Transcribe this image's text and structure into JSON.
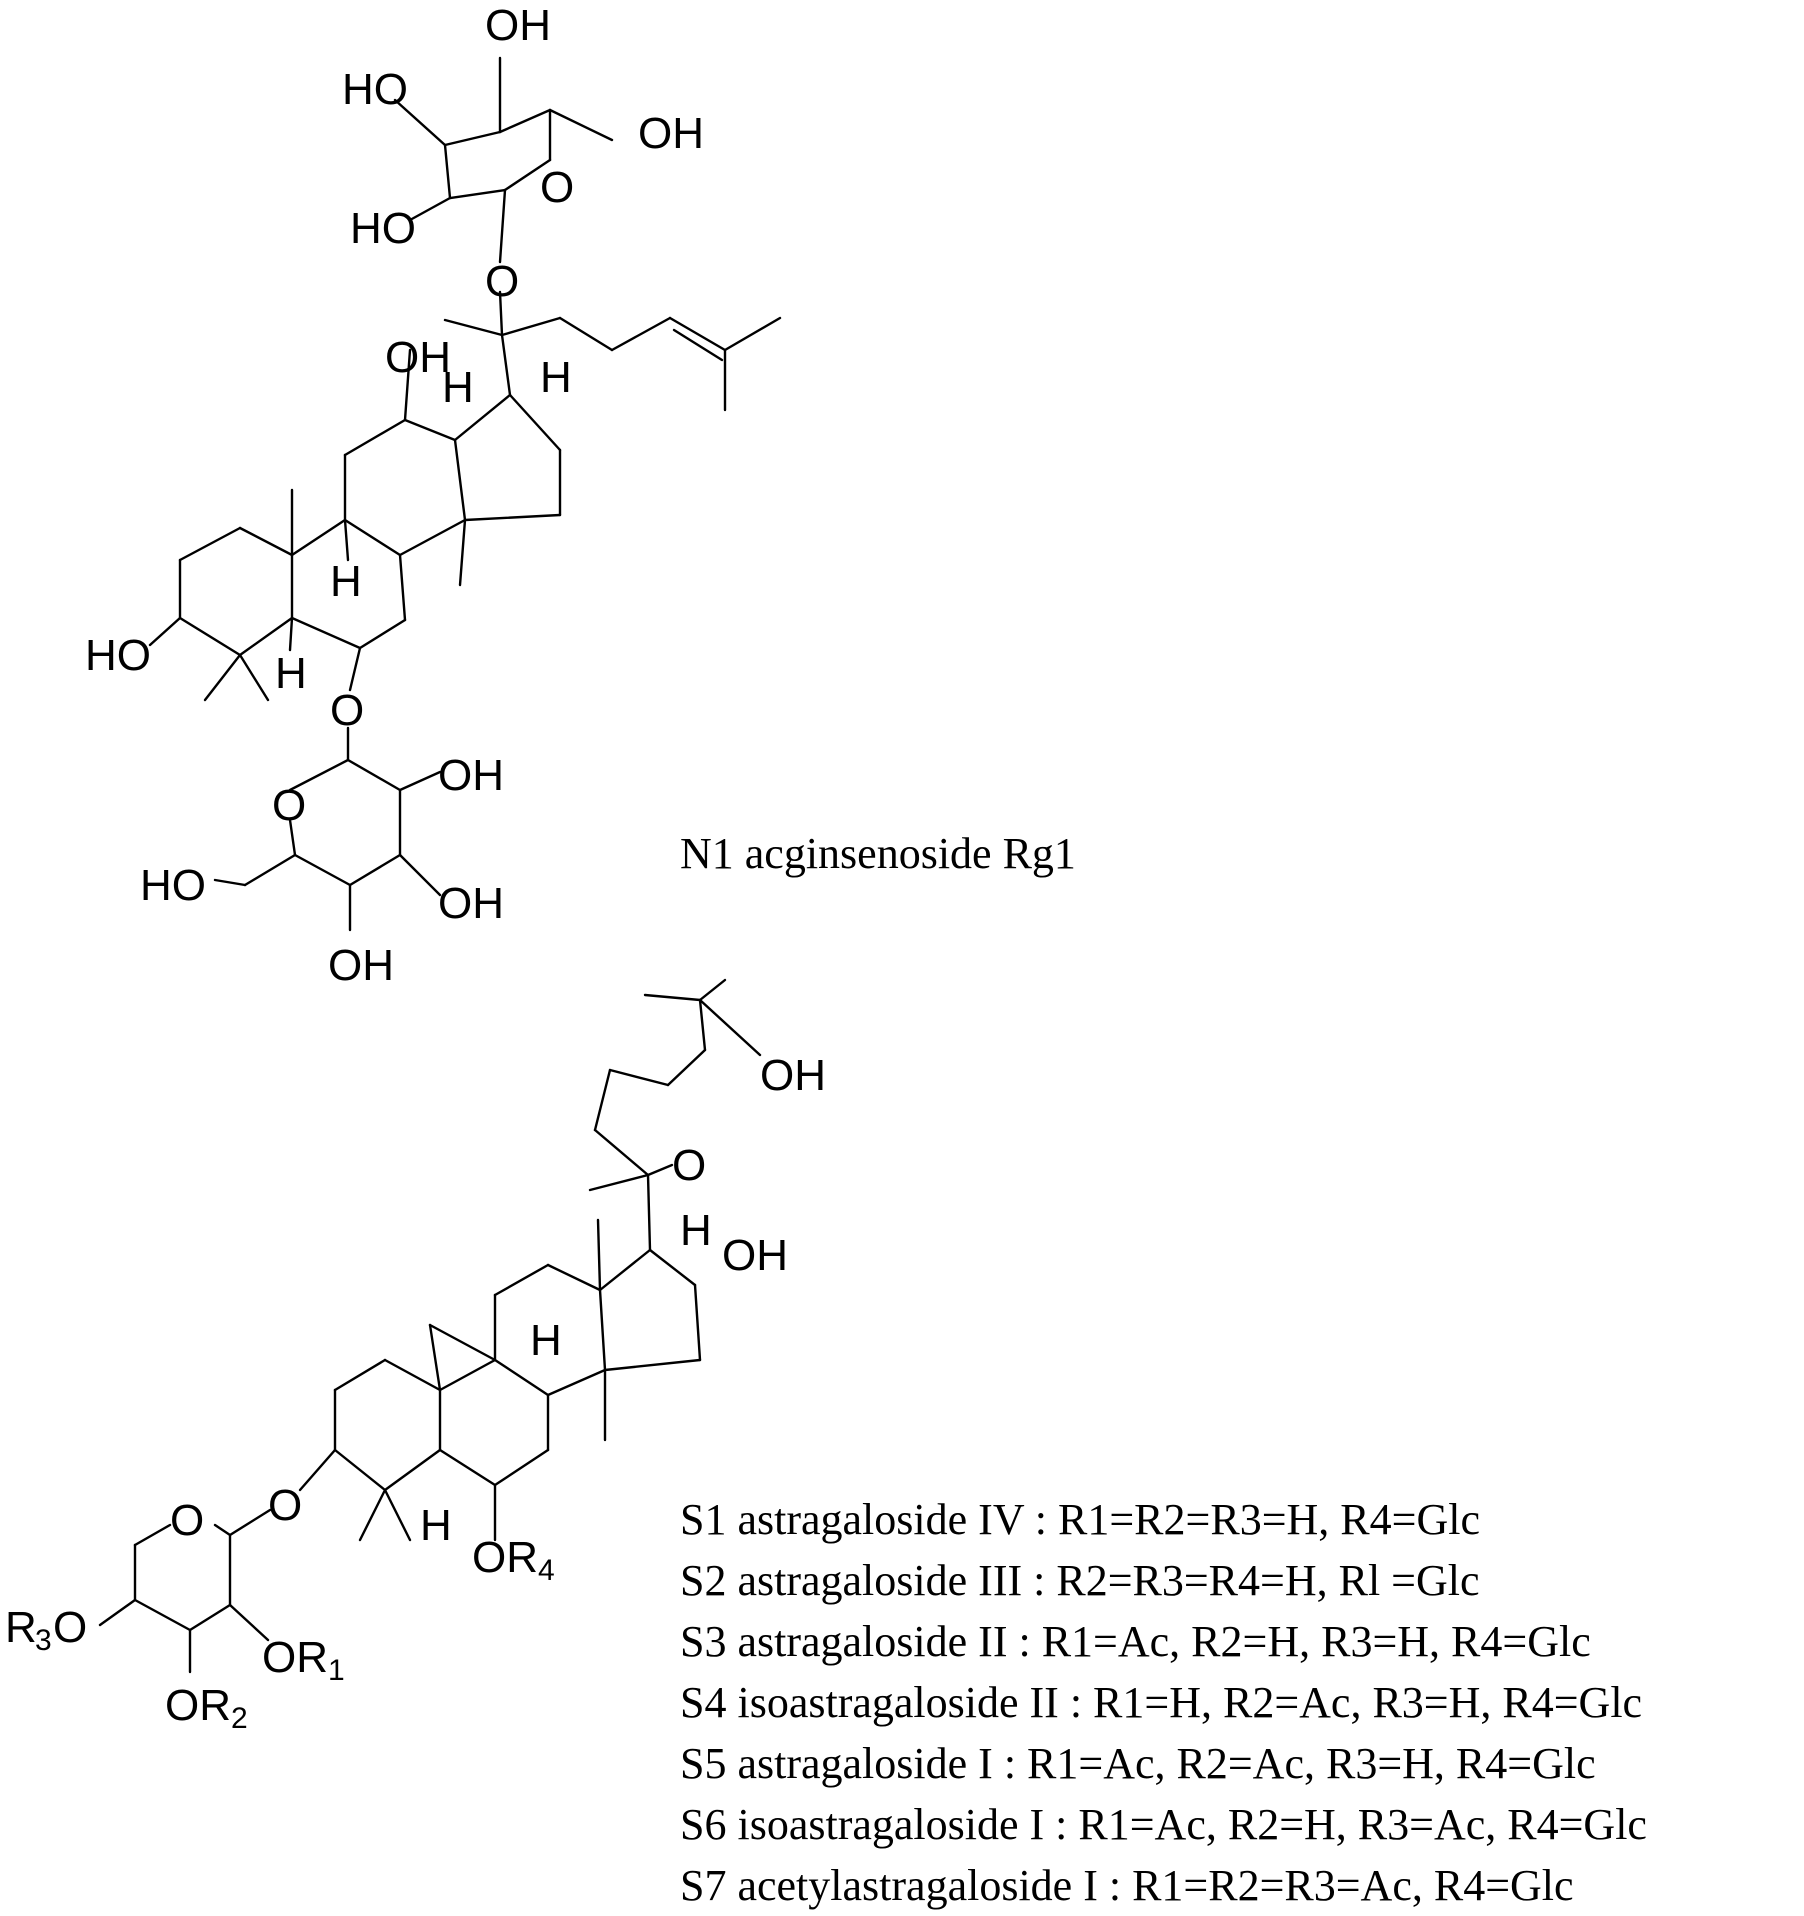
{
  "compound_n1": {
    "caption": "N1 acginsenoside Rg1",
    "atom_labels": {
      "oh": "OH",
      "ho": "HO",
      "o": "O",
      "h": "H"
    }
  },
  "compound_s": {
    "atom_labels": {
      "oh": "OH",
      "o": "O",
      "h": "H",
      "or1": "OR",
      "or2": "OR",
      "r3o": "R",
      "or4": "OR",
      "sub1": "1",
      "sub2": "2",
      "sub3": "3",
      "sub4": "4",
      "r3o_o": "O"
    },
    "legend": [
      "S1 astragaloside IV : R1=R2=R3=H, R4=Glc",
      "S2 astragaloside III : R2=R3=R4=H, Rl =Glc",
      "S3 astragaloside II : R1=Ac, R2=H, R3=H, R4=Glc",
      "S4 isoastragaloside II : R1=H, R2=Ac, R3=H, R4=Glc",
      "S5 astragaloside I :  R1=Ac, R2=Ac, R3=H, R4=Glc",
      "S6 isoastragaloside I : R1=Ac, R2=H, R3=Ac, R4=Glc",
      "S7 acetylastragaloside I  : R1=R2=R3=Ac, R4=Glc"
    ]
  }
}
